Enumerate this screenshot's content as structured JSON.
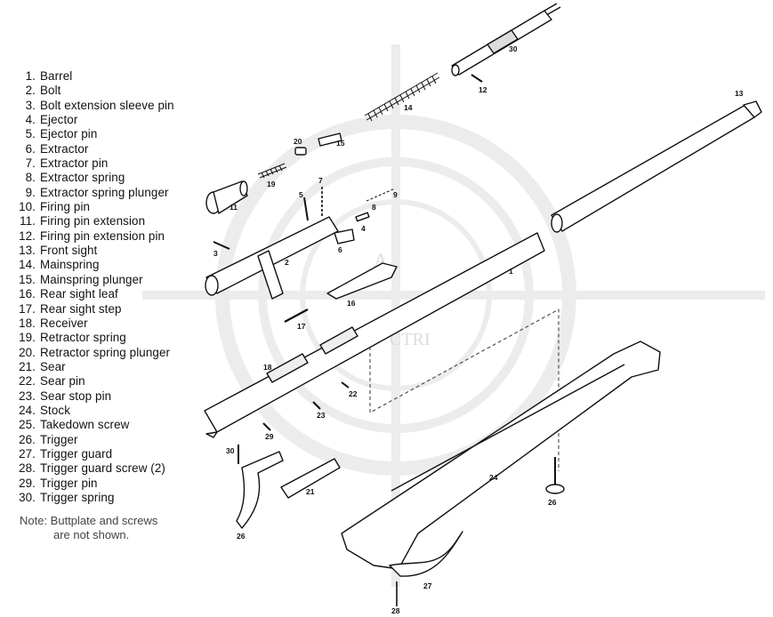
{
  "legend": [
    {
      "num": "1.",
      "label": "Barrel"
    },
    {
      "num": "2.",
      "label": "Bolt"
    },
    {
      "num": "3.",
      "label": "Bolt extension sleeve pin"
    },
    {
      "num": "4.",
      "label": "Ejector"
    },
    {
      "num": "5.",
      "label": "Ejector pin"
    },
    {
      "num": "6.",
      "label": "Extractor"
    },
    {
      "num": "7.",
      "label": "Extractor pin"
    },
    {
      "num": "8.",
      "label": "Extractor spring"
    },
    {
      "num": "9.",
      "label": "Extractor spring plunger"
    },
    {
      "num": "10.",
      "label": "Firing pin"
    },
    {
      "num": "11.",
      "label": "Firing pin extension"
    },
    {
      "num": "12.",
      "label": "Firing pin extension pin"
    },
    {
      "num": "13.",
      "label": "Front sight"
    },
    {
      "num": "14.",
      "label": "Mainspring"
    },
    {
      "num": "15.",
      "label": "Mainspring plunger"
    },
    {
      "num": "16.",
      "label": "Rear sight leaf"
    },
    {
      "num": "17.",
      "label": "Rear sight step"
    },
    {
      "num": "18.",
      "label": "Receiver"
    },
    {
      "num": "19.",
      "label": "Retractor spring"
    },
    {
      "num": "20.",
      "label": "Retractor spring plunger"
    },
    {
      "num": "21.",
      "label": "Sear"
    },
    {
      "num": "22.",
      "label": "Sear pin"
    },
    {
      "num": "23.",
      "label": "Sear stop pin"
    },
    {
      "num": "24.",
      "label": "Stock"
    },
    {
      "num": "25.",
      "label": "Takedown screw"
    },
    {
      "num": "26.",
      "label": "Trigger"
    },
    {
      "num": "27.",
      "label": "Trigger guard"
    },
    {
      "num": "28.",
      "label": "Trigger guard screw (2)"
    },
    {
      "num": "29.",
      "label": "Trigger pin"
    },
    {
      "num": "30.",
      "label": "Trigger spring"
    }
  ],
  "note": {
    "line1": "Note: Buttplate and screws",
    "line2": "are not shown."
  },
  "callouts": {
    "barrel": "1",
    "bolt": "2",
    "bolt_sleeve_pin": "3",
    "ejector": "4",
    "ejector_pin": "5",
    "extractor": "6",
    "extractor_pin": "7",
    "extractor_spring": "8",
    "extractor_plunger": "9",
    "retractor_spring": "19",
    "firing_pin_ext": "11",
    "firing_pin_ext_pin": "12",
    "front_sight": "13",
    "mainspring": "14",
    "mainspring_plunger": "15",
    "rear_sight_leaf": "16",
    "rear_sight_step": "17",
    "receiver": "18",
    "retractor_plunger": "20",
    "sear": "21",
    "sear_pin": "22",
    "sear_stop_pin": "23",
    "stock": "24",
    "takedown_screw": "26",
    "trigger": "26",
    "trigger_guard": "27",
    "trigger_guard_screw": "28",
    "trigger_pin": "29",
    "trigger_spring": "30",
    "firing_pin": "30",
    "rear_sight_leaf_2": "16"
  },
  "watermark": {
    "text_a": "A",
    "text_b": "CTRI"
  }
}
